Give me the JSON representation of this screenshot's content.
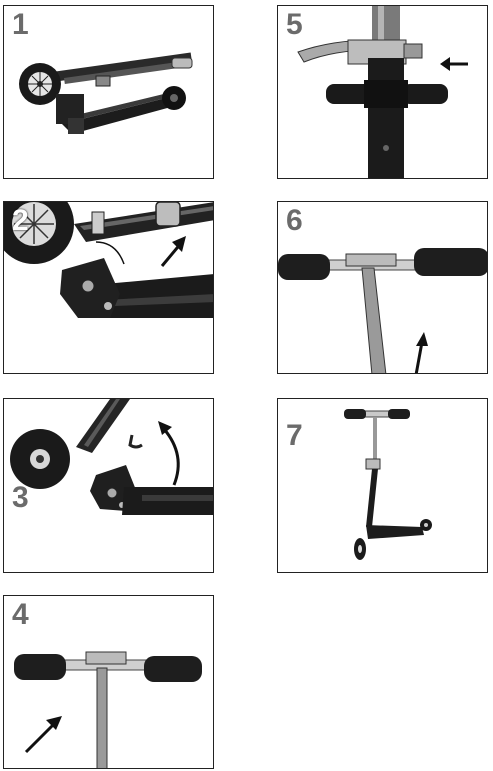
{
  "steps": [
    {
      "number": "1"
    },
    {
      "number": "2"
    },
    {
      "number": "3"
    },
    {
      "number": "4"
    },
    {
      "number": "5"
    },
    {
      "number": "6"
    },
    {
      "number": "7"
    }
  ],
  "colors": {
    "step_number": "#6b6b6b",
    "frame": "#222222",
    "arrow": "#111111"
  },
  "icons": [
    "arrow-icon",
    "curved-arrow-icon"
  ]
}
